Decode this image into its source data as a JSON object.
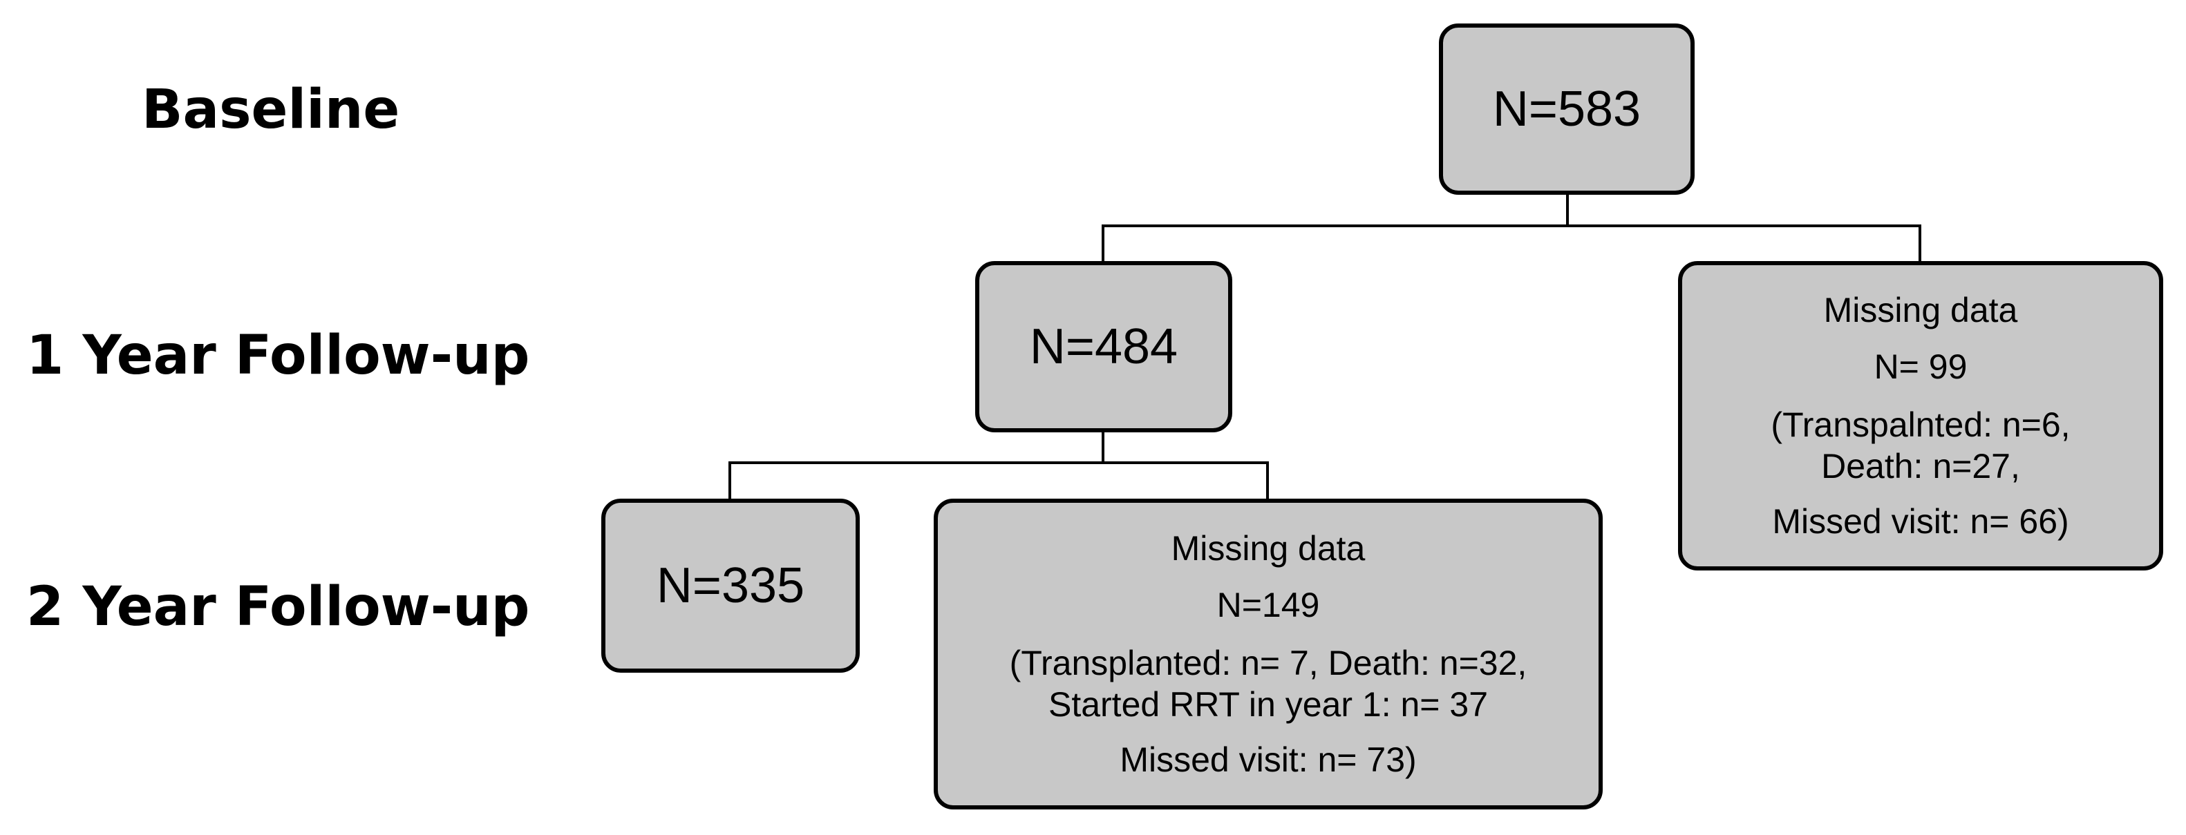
{
  "row_labels": {
    "baseline": "Baseline",
    "year1": "1 Year Follow-up",
    "year2": "2 Year Follow-up"
  },
  "baseline_box": {
    "count": "N=583"
  },
  "year1_box": {
    "count": "N=484"
  },
  "year1_missing": {
    "title": "Missing  data",
    "count": "N= 99",
    "detail_line1": "(Transpalnted: n=6,",
    "detail_line2": "Death: n=27,",
    "detail_line3": "Missed visit: n= 66)"
  },
  "year2_box": {
    "count": "N=335"
  },
  "year2_missing": {
    "title": "Missing data",
    "count": "N=149",
    "detail_line1": "(Transplanted: n= 7, Death: n=32,",
    "detail_line2": "Started RRT in year 1: n= 37",
    "detail_line3": "Missed visit: n= 73)"
  },
  "colors": {
    "box_fill": "#c8c8c8",
    "border": "#000000",
    "background": "#ffffff"
  }
}
